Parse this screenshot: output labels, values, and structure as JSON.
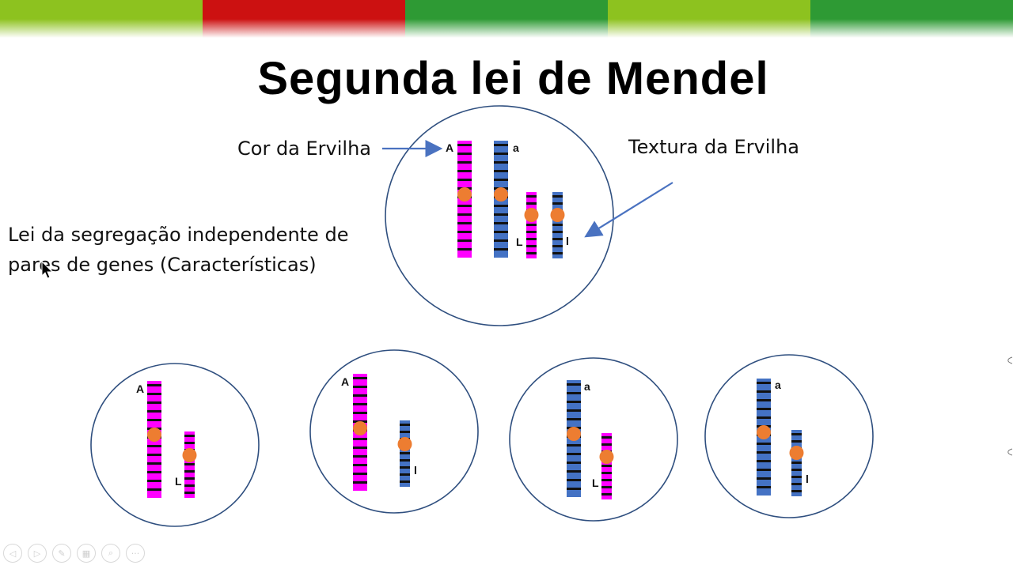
{
  "colors": {
    "magenta": "#ff00ff",
    "blue": "#4472c4",
    "centromere": "#ed7d31",
    "band": "#111111",
    "cell_outline": "#2f4f7f",
    "arrow": "#4a72c0",
    "topbar": [
      "#8dc21f",
      "#cc1111",
      "#2e9a34",
      "#8dc21f",
      "#2e9a34"
    ]
  },
  "slide": {
    "title": "Segunda lei de Mendel",
    "label_color": "Cor da Ervilha",
    "label_texture": "Textura da Ervilha",
    "law_line1": "Lei da segregação independente de",
    "law_line2": "pares de genes (Características)"
  },
  "alleles": {
    "A": "A",
    "a": "a",
    "L": "L",
    "l": "l"
  },
  "player_controls": [
    {
      "name": "previous-slide-button",
      "icon": "◁"
    },
    {
      "name": "next-slide-button",
      "icon": "▷"
    },
    {
      "name": "pen-tool-button",
      "icon": "✎"
    },
    {
      "name": "see-all-slides-button",
      "icon": "▦"
    },
    {
      "name": "zoom-button",
      "icon": "⌕"
    },
    {
      "name": "more-options-button",
      "icon": "···"
    }
  ]
}
